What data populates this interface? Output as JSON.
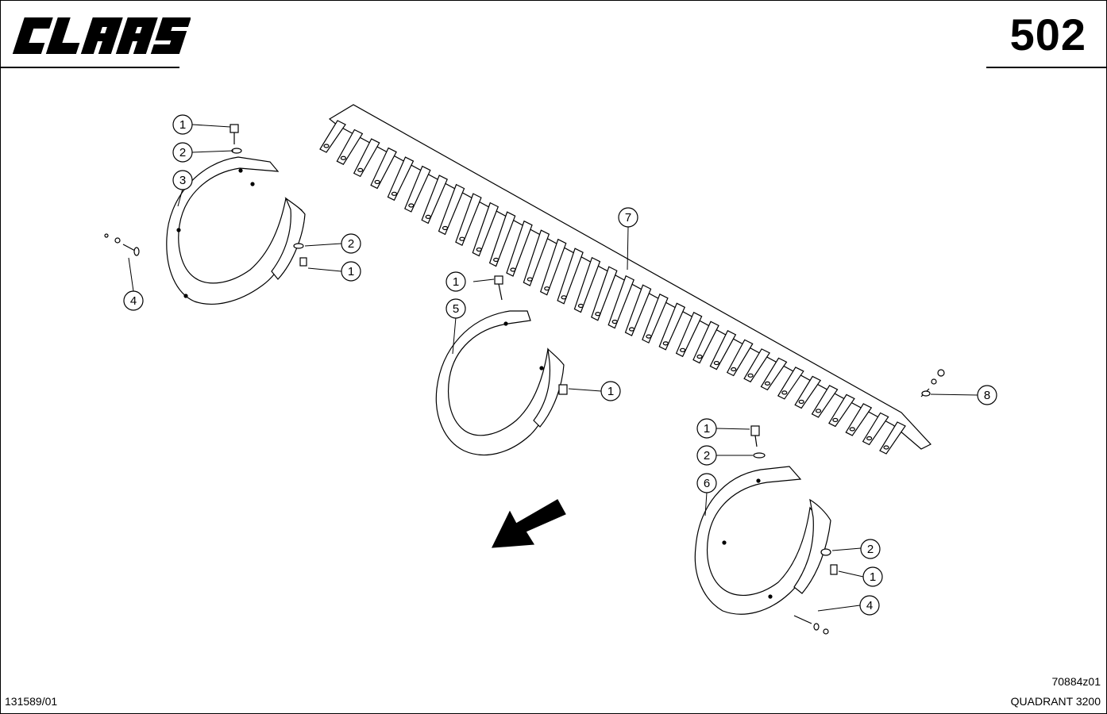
{
  "header": {
    "brand": "CLAAS",
    "page_number": "502"
  },
  "callouts": [
    "1",
    "2",
    "3",
    "4",
    "5",
    "6",
    "7",
    "8"
  ],
  "footer": {
    "document_number": "131589/01",
    "figure_number": "70884z01",
    "model": "QUADRANT 3200"
  },
  "colors": {
    "line": "#000000",
    "background": "#ffffff"
  }
}
